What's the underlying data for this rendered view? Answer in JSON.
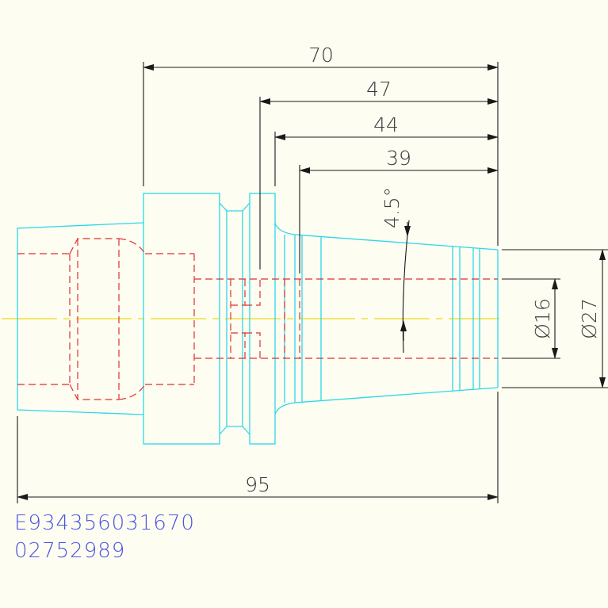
{
  "colors": {
    "background": "#fdfdf2",
    "outline": "#2ed8e8",
    "hidden": "#e03030",
    "centerline": "#f0e040",
    "dimension": "#1a1a1a",
    "code_text": "#4b55e0"
  },
  "dimensions": {
    "len_70": "70",
    "len_47": "47",
    "len_44": "44",
    "len_39": "39",
    "len_95": "95",
    "angle": "4.5°",
    "dia_16": "Ø16",
    "dia_27": "Ø27"
  },
  "codes": {
    "line1": "E934356031670",
    "line2": "02752989"
  }
}
